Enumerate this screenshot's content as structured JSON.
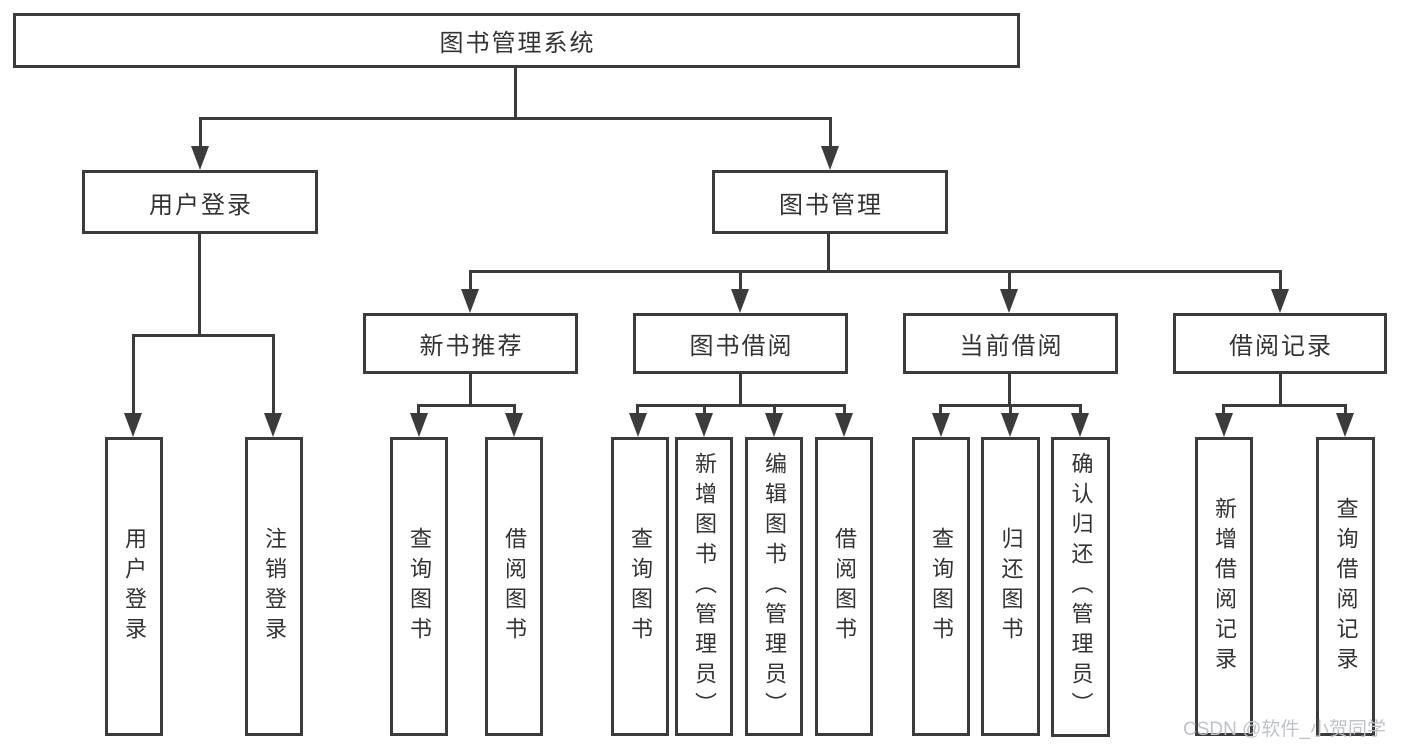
{
  "tree": {
    "root": "图书管理系统",
    "children": [
      {
        "label": "用户登录",
        "leaves": [
          "用户登录",
          "注销登录"
        ]
      },
      {
        "label": "图书管理",
        "children": [
          {
            "label": "新书推荐",
            "leaves": [
              "查询图书",
              "借阅图书"
            ]
          },
          {
            "label": "图书借阅",
            "leaves": [
              "查询图书",
              "新增图书（管理员）",
              "编辑图书（管理员）",
              "借阅图书"
            ]
          },
          {
            "label": "当前借阅",
            "leaves": [
              "查询图书",
              "归还图书",
              "确认归还（管理员）"
            ]
          },
          {
            "label": "借阅记录",
            "leaves": [
              "新增借阅记录",
              "查询借阅记录"
            ]
          }
        ]
      }
    ]
  },
  "watermark": "CSDN @软件_小贺同学",
  "colors": {
    "line": "#3b3b3b",
    "text": "#333333",
    "watermark": "#bfc3c7",
    "background": "#ffffff"
  }
}
